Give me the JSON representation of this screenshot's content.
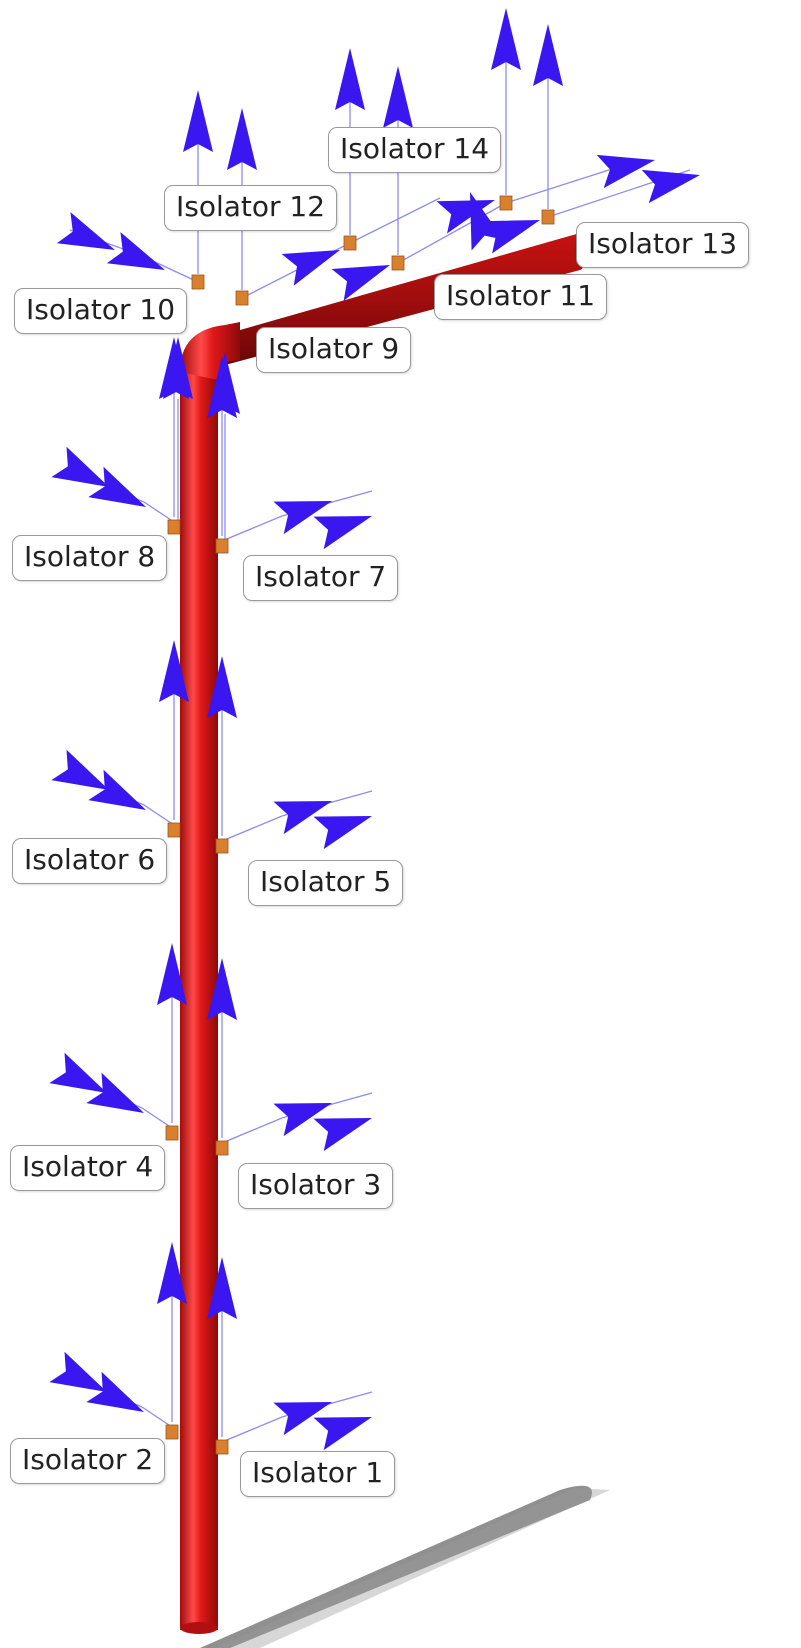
{
  "colors": {
    "pipe": "#d81414",
    "pipe_dark": "#8e0a0a",
    "arrow": "#3a16f0",
    "isolator": "#d9802e",
    "line": "#8c8cf0",
    "label_border": "#9a9a9a"
  },
  "icons": {
    "arrow": "force-arrow-icon",
    "isolator": "isolator-block-icon"
  },
  "isolators": [
    {
      "id": 1,
      "label": "Isolator 1"
    },
    {
      "id": 2,
      "label": "Isolator 2"
    },
    {
      "id": 3,
      "label": "Isolator 3"
    },
    {
      "id": 4,
      "label": "Isolator 4"
    },
    {
      "id": 5,
      "label": "Isolator 5"
    },
    {
      "id": 6,
      "label": "Isolator 6"
    },
    {
      "id": 7,
      "label": "Isolator 7"
    },
    {
      "id": 8,
      "label": "Isolator 8"
    },
    {
      "id": 9,
      "label": "Isolator 9"
    },
    {
      "id": 10,
      "label": "Isolator 10"
    },
    {
      "id": 11,
      "label": "Isolator 11"
    },
    {
      "id": 12,
      "label": "Isolator 12"
    },
    {
      "id": 13,
      "label": "Isolator 13"
    },
    {
      "id": 14,
      "label": "Isolator 14"
    }
  ]
}
